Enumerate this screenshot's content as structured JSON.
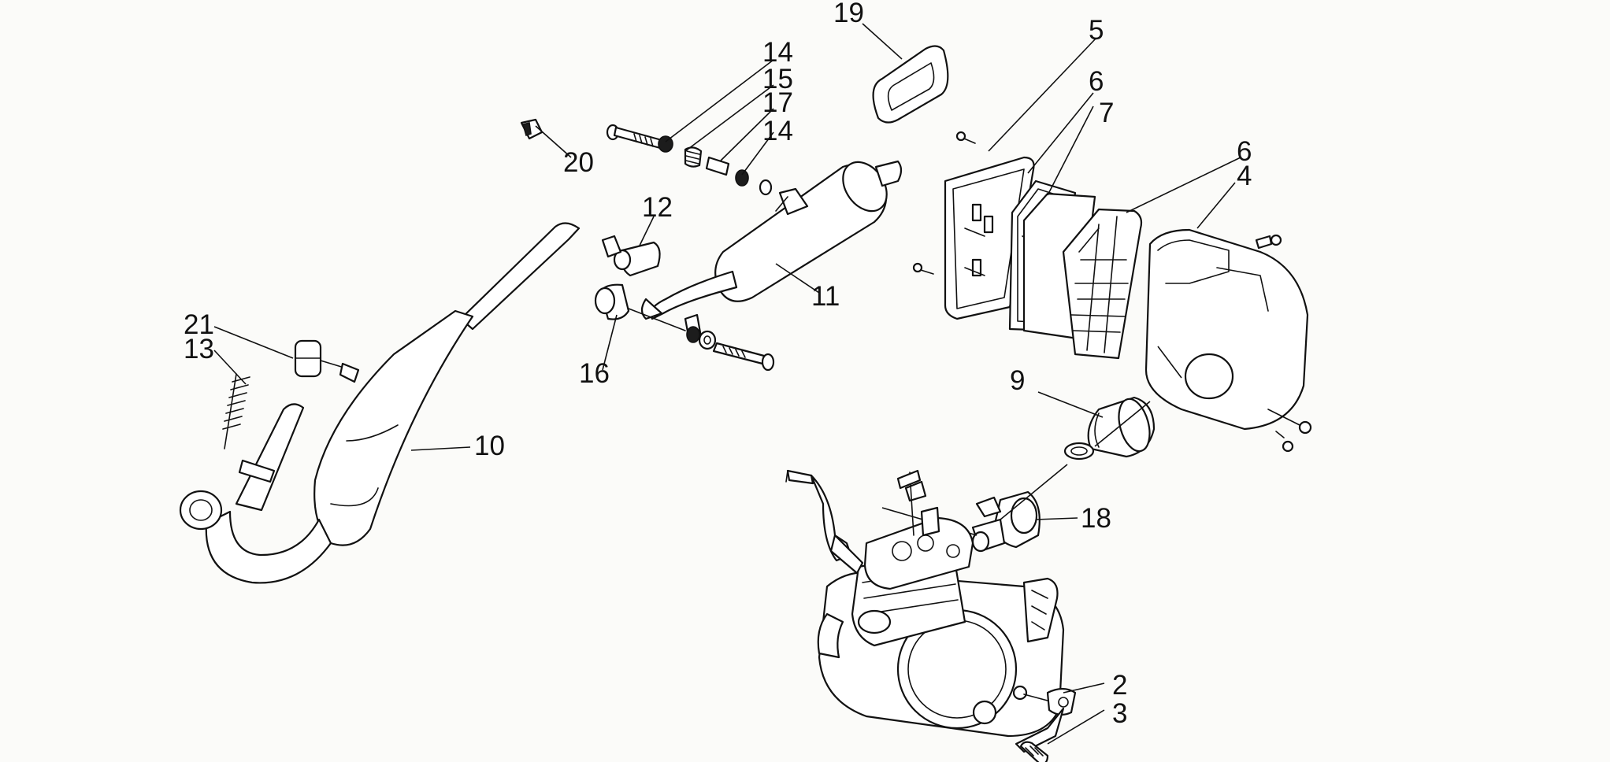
{
  "callouts": {
    "c19": "19",
    "c5": "5",
    "c6a": "6",
    "c7": "7",
    "c6b": "6",
    "c4": "4",
    "c14a": "14",
    "c15": "15",
    "c17": "17",
    "c14b": "14",
    "c20": "20",
    "c12": "12",
    "c11": "11",
    "c16": "16",
    "c21": "21",
    "c13": "13",
    "c10": "10",
    "c9": "9",
    "c18": "18",
    "c2": "2",
    "c3": "3"
  }
}
